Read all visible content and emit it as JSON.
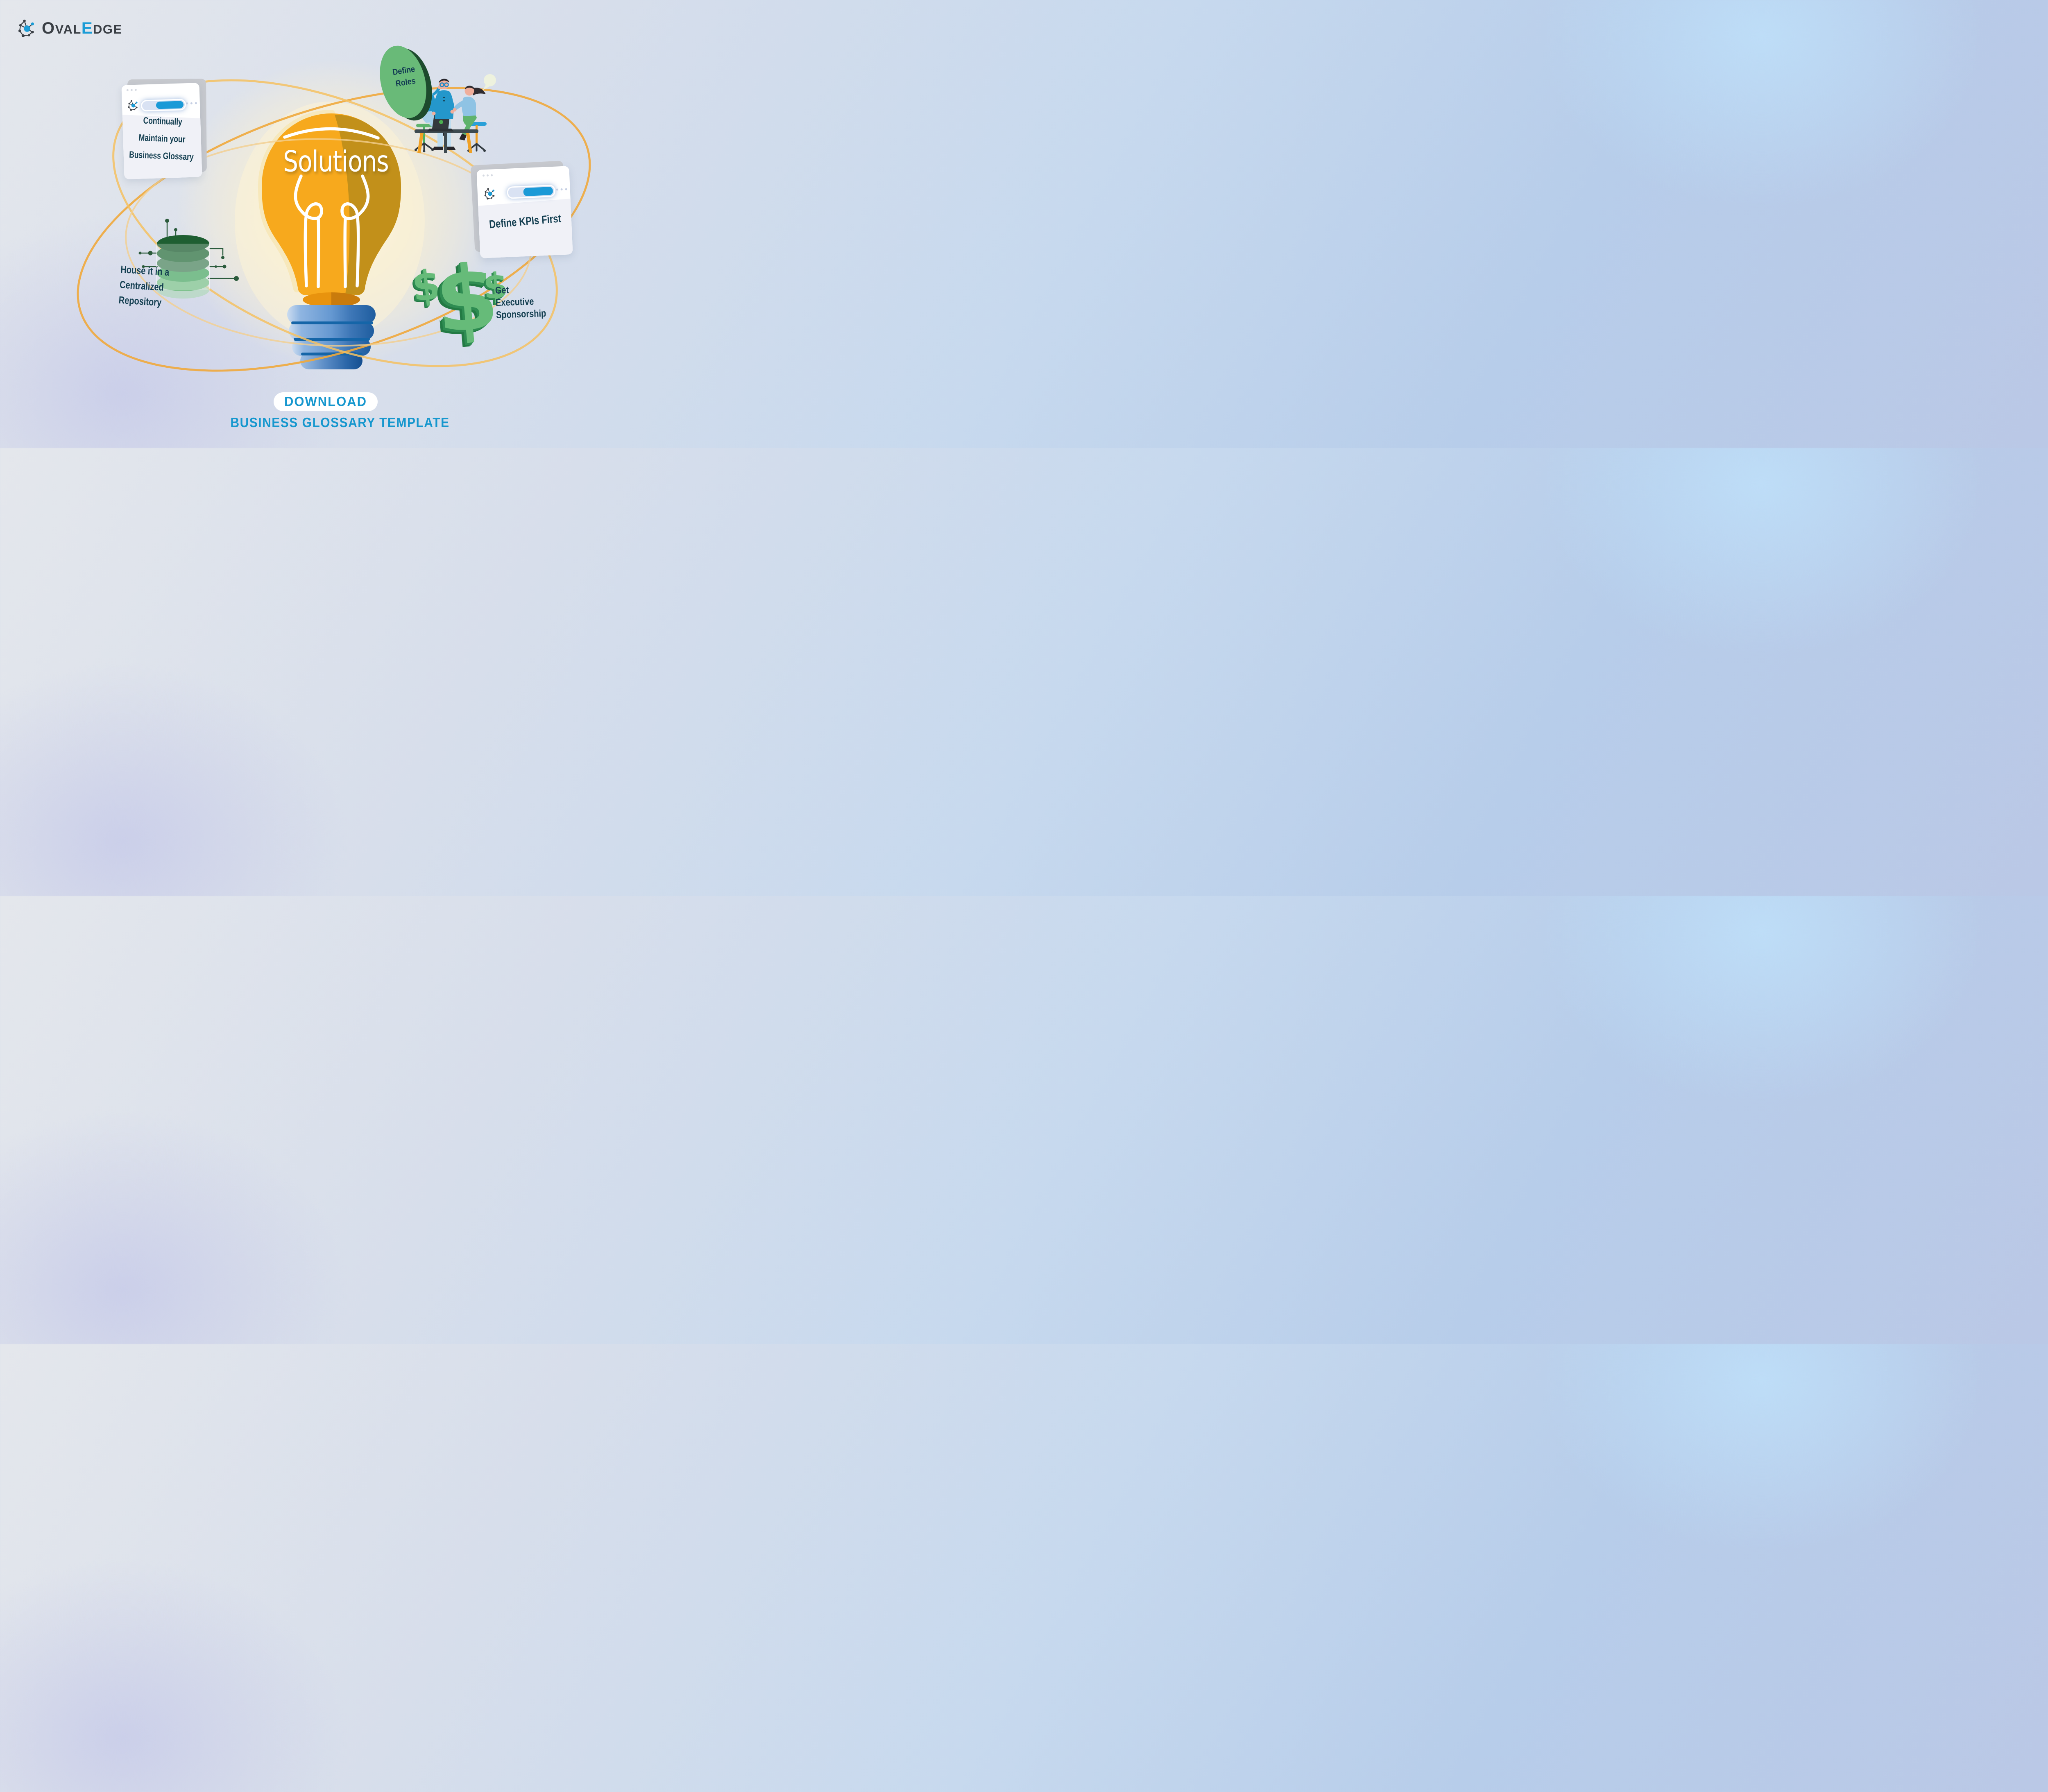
{
  "brand": {
    "part1": "O",
    "part2": "VAL",
    "accent": "E",
    "part3": "DGE"
  },
  "title": {
    "text": "Solutions"
  },
  "solutions": {
    "maintain": {
      "line1": "Continually",
      "line2": "Maintain your",
      "line3": "Business Glossary"
    },
    "roles": {
      "line1": "Define",
      "line2": "Roles"
    },
    "kpis": {
      "label": "Define KPIs First"
    },
    "sponsorship": {
      "line1": "Get",
      "line2": "Executive",
      "line3": "Sponsorship",
      "dollar_symbol": "$"
    },
    "repository": {
      "line1": "House it in a",
      "line2": "Centralized",
      "line3": "Repository"
    }
  },
  "cta": {
    "button_label": "DOWNLOAD",
    "subtitle": "BUSINESS GLOSSARY TEMPLATE"
  },
  "colors": {
    "accent_blue": "#1697CE",
    "navy_text": "#143F51",
    "bulb_orange": "#F7A91D",
    "bulb_shadow": "#C28E16",
    "base_blue": "#6598D1",
    "badge_green": "#69BA78",
    "db_green": "#4FA968",
    "orbit_orange": "#F0A93C",
    "logo_dark": "#3A3F45",
    "logo_blue": "#1B9CD6",
    "search_fill_blue": "#1B9AD7"
  }
}
